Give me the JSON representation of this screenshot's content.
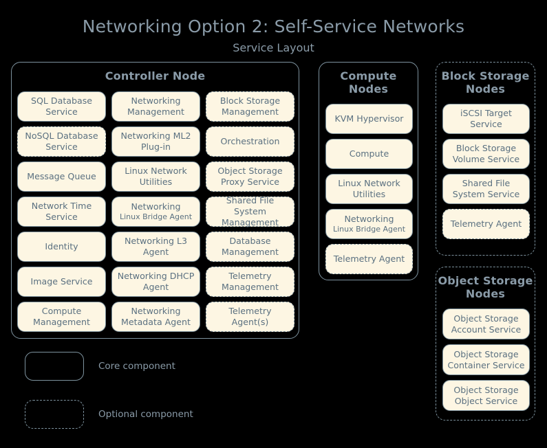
{
  "header": {
    "title": "Networking Option 2: Self-Service Networks",
    "subtitle": "Service Layout"
  },
  "nodes": {
    "controller": {
      "title": "Controller Node",
      "container_style": "solid",
      "services": [
        {
          "label": "SQL Database Service",
          "style": "solid"
        },
        {
          "label": "Networking Management",
          "style": "solid"
        },
        {
          "label": "Block Storage Management",
          "style": "dashed"
        },
        {
          "label": "NoSQL Database Service",
          "style": "dashed"
        },
        {
          "label": "Networking ML2 Plug-in",
          "style": "solid"
        },
        {
          "label": "Orchestration",
          "style": "dashed"
        },
        {
          "label": "Message Queue",
          "style": "solid"
        },
        {
          "label": "Linux Network Utilities",
          "style": "solid"
        },
        {
          "label": "Object Storage Proxy Service",
          "style": "dashed"
        },
        {
          "label": "Network Time Service",
          "style": "solid"
        },
        {
          "label": "Networking",
          "sub": "Linux Bridge Agent",
          "style": "solid"
        },
        {
          "label": "Shared File System Management",
          "style": "dashed"
        },
        {
          "label": "Identity",
          "style": "solid"
        },
        {
          "label": "Networking L3 Agent",
          "style": "solid"
        },
        {
          "label": "Database Management",
          "style": "dashed"
        },
        {
          "label": "Image Service",
          "style": "solid"
        },
        {
          "label": "Networking DHCP Agent",
          "style": "solid"
        },
        {
          "label": "Telemetry Management",
          "style": "dashed"
        },
        {
          "label": "Compute Management",
          "style": "solid"
        },
        {
          "label": "Networking Metadata Agent",
          "style": "solid"
        },
        {
          "label": "Telemetry Agent(s)",
          "style": "dashed"
        }
      ]
    },
    "compute": {
      "title": "Compute Nodes",
      "container_style": "solid",
      "services": [
        {
          "label": "KVM Hypervisor",
          "style": "solid"
        },
        {
          "label": "Compute",
          "style": "solid"
        },
        {
          "label": "Linux Network Utilities",
          "style": "solid"
        },
        {
          "label": "Networking",
          "sub": "Linux Bridge Agent",
          "style": "solid"
        },
        {
          "label": "Telemetry Agent",
          "style": "dashed"
        }
      ]
    },
    "block_storage": {
      "title": "Block Storage Nodes",
      "container_style": "dashed",
      "services": [
        {
          "label": "iSCSI Target Service",
          "style": "solid"
        },
        {
          "label": "Block Storage Volume Service",
          "style": "solid"
        },
        {
          "label": "Shared File System Service",
          "style": "solid"
        },
        {
          "label": "Telemetry Agent",
          "style": "dashed"
        }
      ]
    },
    "object_storage": {
      "title": "Object Storage Nodes",
      "container_style": "dashed",
      "services": [
        {
          "label": "Object Storage Account Service",
          "style": "solid"
        },
        {
          "label": "Object Storage Container Service",
          "style": "solid"
        },
        {
          "label": "Object Storage Object Service",
          "style": "solid"
        }
      ]
    }
  },
  "legend": {
    "core_label": "Core component",
    "optional_label": "Optional component"
  },
  "colors": {
    "background": "#000000",
    "service_fill": "#fdf6e3",
    "border": "#7e939f",
    "service_text": "#5a7080",
    "heading_text": "#8a9ba8"
  }
}
